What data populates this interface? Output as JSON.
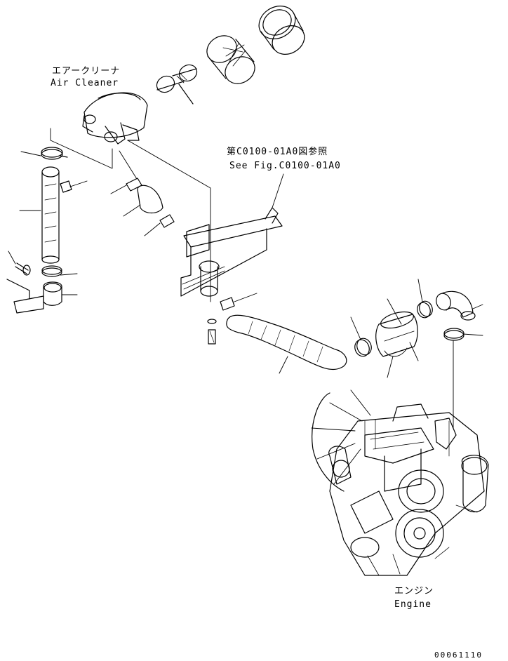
{
  "labels": {
    "air_cleaner_ja": "エアークリーナ",
    "air_cleaner_en": "Air Cleaner",
    "reference_ja": "第C0100-01A0図参照",
    "reference_en": "See Fig.C0100-01A0",
    "engine_ja": "エンジン",
    "engine_en": "Engine",
    "drawing_code": "00061110"
  },
  "colors": {
    "line": "#000000",
    "background": "#ffffff"
  }
}
